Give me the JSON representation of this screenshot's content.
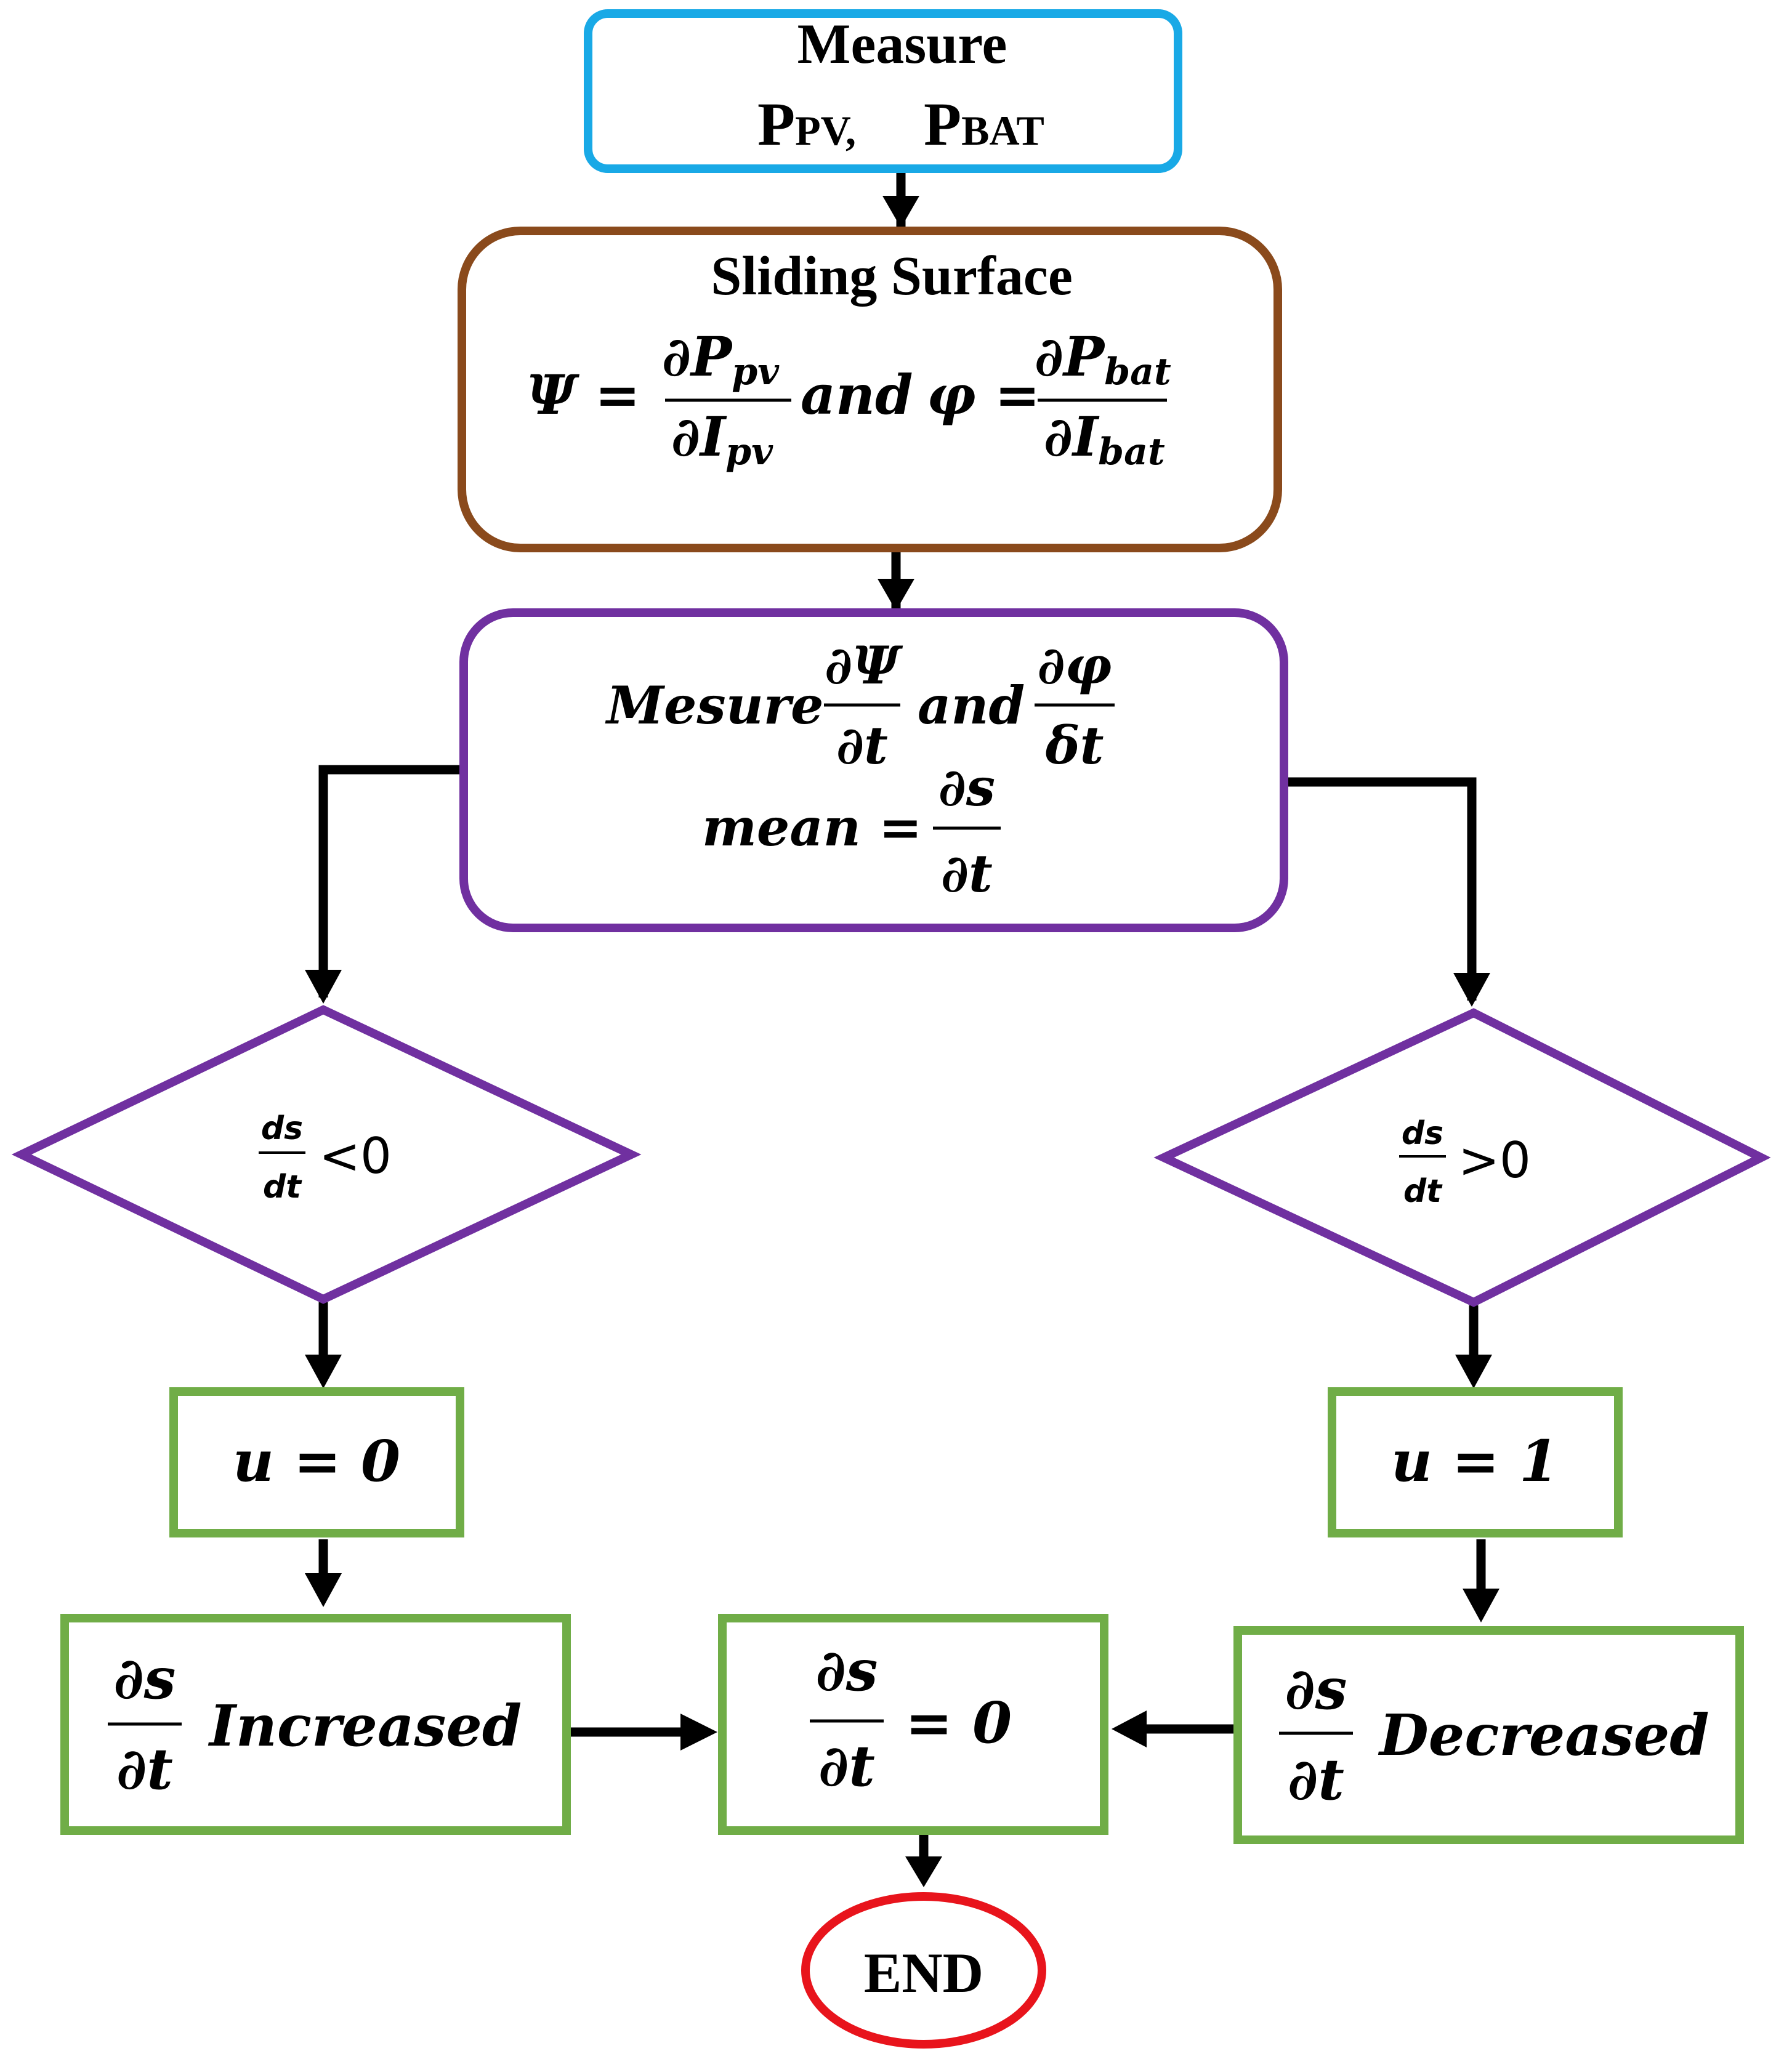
{
  "colors": {
    "measure_border": "#19a9e6",
    "sliding_border": "#8a4a1c",
    "purple": "#7030a0",
    "green": "#70ad47",
    "end_border": "#e8141c",
    "arrow": "#000000"
  },
  "measure": {
    "title": "Measure",
    "p": "P",
    "pv_sub": "PV,",
    "bat_sub": "BAT"
  },
  "sliding": {
    "title": "Sliding Surface",
    "psi_lhs": "Ψ =",
    "psi_num": "∂P",
    "psi_num_sub": "pv",
    "psi_den": "∂I",
    "psi_den_sub": "pv",
    "and": "and",
    "phi_lhs": "φ =",
    "phi_num": "∂P",
    "phi_num_sub": "bat",
    "phi_den": "∂I",
    "phi_den_sub": "bat"
  },
  "measure_deriv": {
    "mesure": "Mesure",
    "psi_num": "∂Ψ",
    "psi_den": "∂t",
    "and": "and",
    "phi_num": "∂φ",
    "phi_den": "δt",
    "mean_lhs": "mean =",
    "mean_num": "∂s",
    "mean_den": "∂t"
  },
  "decision_left": {
    "num": "ds",
    "den": "dt",
    "cond": "<0"
  },
  "decision_right": {
    "num": "ds",
    "den": "dt",
    "cond": ">0"
  },
  "u_left": "u = 0",
  "u_right": "u = 1",
  "increased": {
    "num": "∂s",
    "den": "∂t",
    "label": "Increased"
  },
  "zero": {
    "num": "∂s",
    "den": "∂t",
    "rhs": "= 0"
  },
  "decreased": {
    "num": "∂s",
    "den": "∂t",
    "label": "Decreased"
  },
  "end": "END"
}
